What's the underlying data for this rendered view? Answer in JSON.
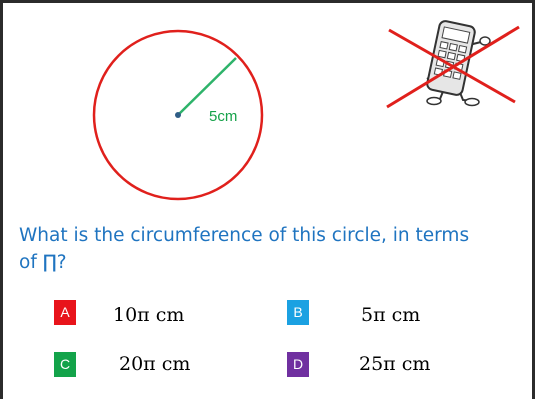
{
  "diagram": {
    "radius_label": "5cm"
  },
  "question": {
    "text": "What is the circumference of this circle, in terms of ∏?"
  },
  "options": [
    {
      "letter": "A",
      "answer": "10π cm",
      "color": "#e8141b"
    },
    {
      "letter": "B",
      "answer": "5π cm",
      "color": "#1ba1e2"
    },
    {
      "letter": "C",
      "answer": "20π cm",
      "color": "#13a34a"
    },
    {
      "letter": "D",
      "answer": "25π cm",
      "color": "#7030a0"
    }
  ],
  "colors": {
    "circle": "#e0201c",
    "radius": "#2eb36a",
    "question": "#1f74c0",
    "cross": "#e0201c"
  },
  "icons": {
    "no_calculator": "crossed-out-calculator-icon"
  }
}
